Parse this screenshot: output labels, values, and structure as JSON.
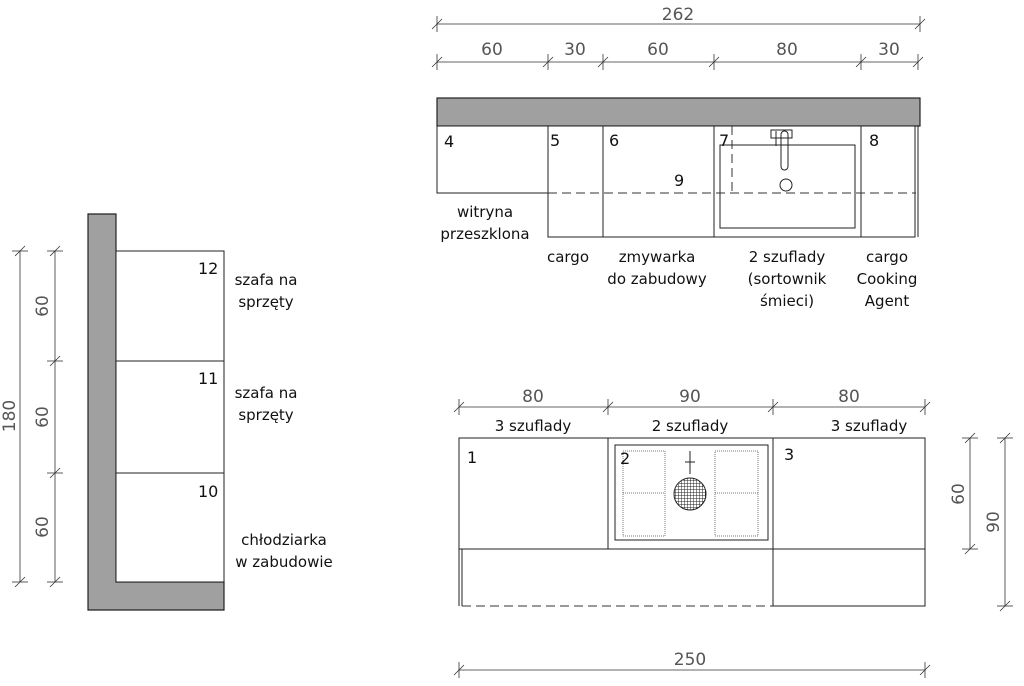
{
  "top_plan": {
    "total_dim": "262",
    "segment_dims": [
      "60",
      "30",
      "60",
      "80",
      "30"
    ],
    "cabinet_numbers": [
      "4",
      "5",
      "6",
      "9",
      "7",
      "8"
    ],
    "labels": {
      "c4": [
        "witryna",
        "przeszklona"
      ],
      "c5": [
        "cargo"
      ],
      "c6": [
        "zmywarka",
        "do zabudowy"
      ],
      "c7": [
        "2 szuflady",
        "(sortownik",
        "śmieci)"
      ],
      "c8": [
        "cargo",
        "Cooking",
        "Agent"
      ]
    }
  },
  "left_plan": {
    "total_dim": "180",
    "segment_dims": [
      "60",
      "60",
      "60"
    ],
    "cabinet_numbers": [
      "12",
      "11",
      "10"
    ],
    "labels": {
      "c12": [
        "szafa na",
        "sprzęty"
      ],
      "c11": [
        "szafa na",
        "sprzęty"
      ],
      "c10": [
        "chłodziarka",
        "w zabudowie"
      ]
    }
  },
  "bottom_plan": {
    "total_dim": "250",
    "segment_dims": [
      "80",
      "90",
      "80"
    ],
    "drawer_labels": [
      "3 szuflady",
      "2 szuflady",
      "3 szuflady"
    ],
    "cabinet_numbers": [
      "1",
      "2",
      "3"
    ],
    "depth_dims": [
      "60",
      "90"
    ]
  }
}
